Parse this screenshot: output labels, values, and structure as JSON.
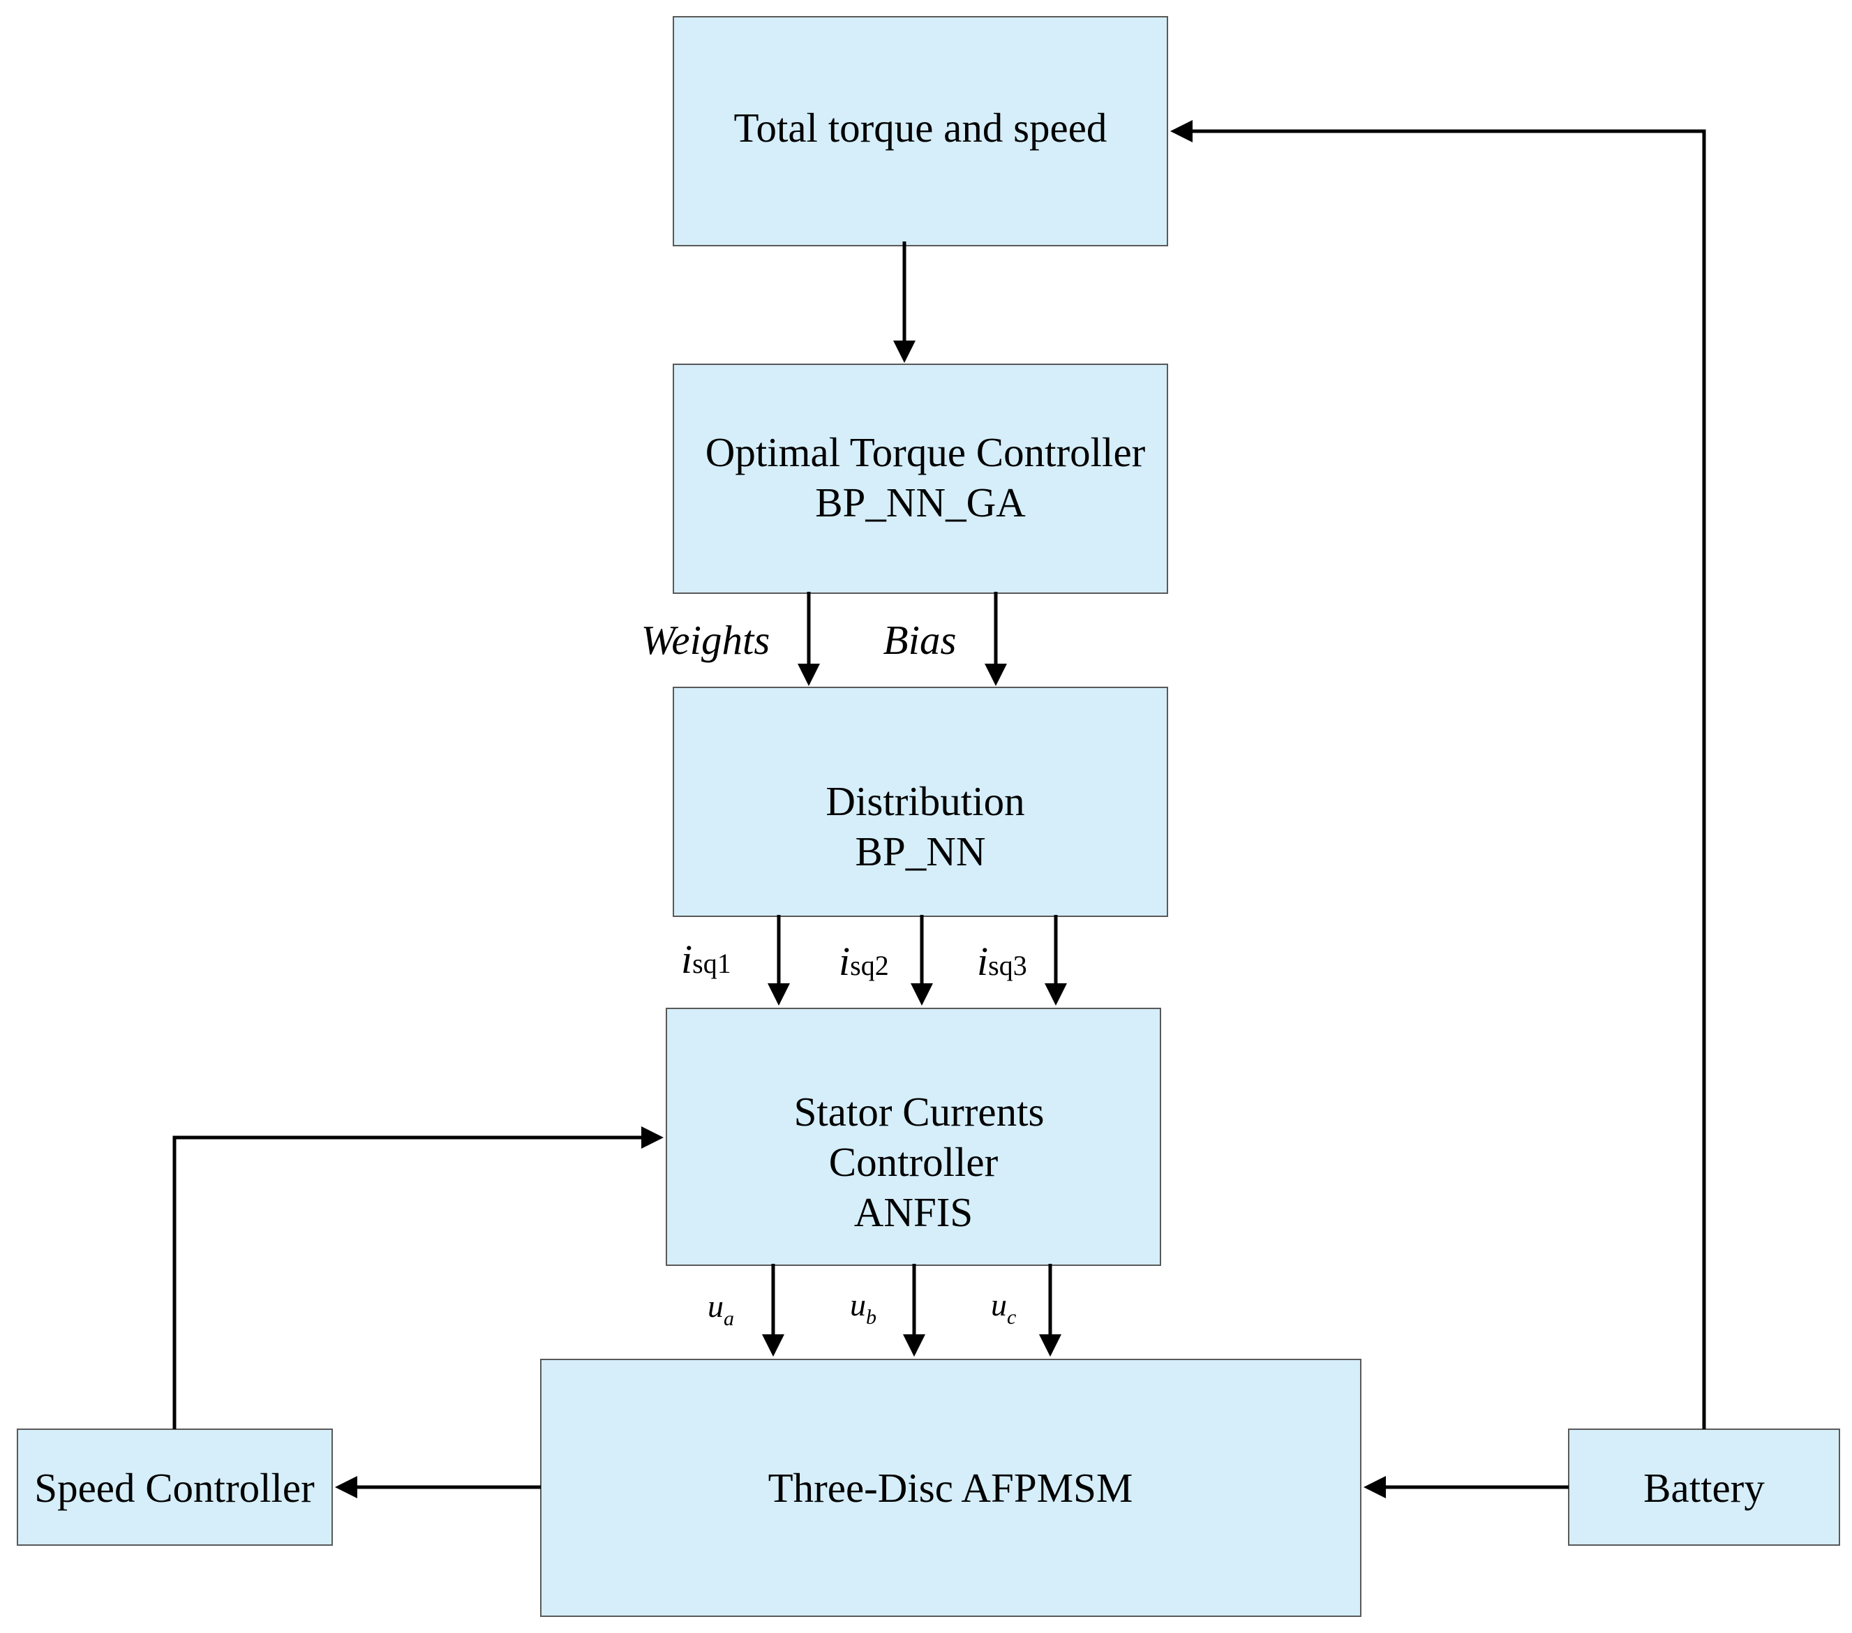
{
  "blocks": {
    "total": {
      "line1": "Total torque and speed"
    },
    "optimal": {
      "line1": "Optimal Torque Controller",
      "line2": "BP_NN_GA"
    },
    "distribution": {
      "line1": "Distribution",
      "line2": "BP_NN"
    },
    "stator": {
      "line1": "Stator Currents",
      "line2": "Controller",
      "line3": "ANFIS"
    },
    "motor": {
      "line1": "Three-Disc AFPMSM"
    },
    "speed": {
      "line1": "Speed Controller"
    },
    "battery": {
      "line1": "Battery"
    }
  },
  "signals": {
    "weights": "Weights",
    "bias": "Bias",
    "currents": [
      {
        "base": "i",
        "sub": "sq1"
      },
      {
        "base": "i",
        "sub": "sq2"
      },
      {
        "base": "i",
        "sub": "sq3"
      }
    ],
    "voltages": [
      {
        "base": "u",
        "sub": "a"
      },
      {
        "base": "u",
        "sub": "b"
      },
      {
        "base": "u",
        "sub": "c"
      }
    ]
  },
  "colors": {
    "block_fill": "#d5eef9",
    "block_border": "#595959",
    "line": "#000000"
  }
}
